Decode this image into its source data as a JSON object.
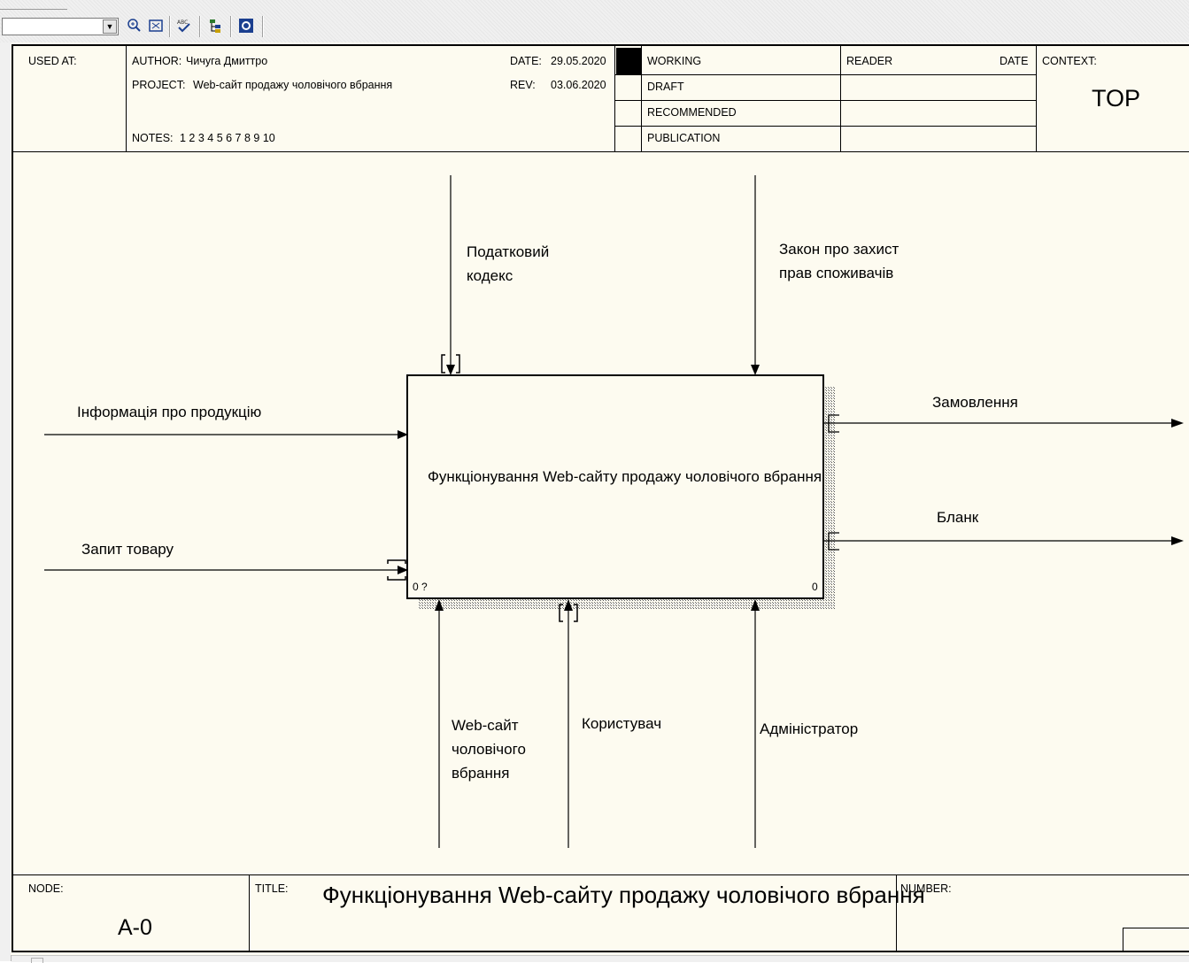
{
  "header": {
    "used_at_label": "USED AT:",
    "author_label": "AUTHOR:",
    "author_value": "Чичуга Дмиттро",
    "project_label": "PROJECT:",
    "project_value": "Web-сайт продажу чоловічого вбрання",
    "notes_label": "NOTES:",
    "notes_value": "1 2 3 4 5 6 7 8 9 10",
    "date_label": "DATE:",
    "date_value": "29.05.2020",
    "rev_label": "REV:",
    "rev_value": "03.06.2020",
    "status": [
      "WORKING",
      "DRAFT",
      "RECOMMENDED",
      "PUBLICATION"
    ],
    "active_status": "WORKING",
    "reader_label": "READER",
    "reader_date_label": "DATE",
    "context_label": "CONTEXT:",
    "context_value": "TOP"
  },
  "diagram": {
    "function_box": {
      "label": "Функціонування Web-сайту продажу чоловічого вбрання",
      "cost_label": "0 ?",
      "node_number": "0"
    },
    "inputs": [
      "Інформація про продукцію",
      "Запит товару"
    ],
    "controls": [
      "Податковий кодекс",
      "Закон про захист прав споживачів"
    ],
    "outputs": [
      "Замовлення",
      "Бланк"
    ],
    "mechanisms": [
      "Web-сайт чоловічого вбрання",
      "Користувач",
      "Адміністратор"
    ],
    "label_lines": {
      "control_tax": [
        "Податковий",
        "кодекс"
      ],
      "control_law": [
        "Закон про захист",
        "прав споживачів"
      ],
      "mechanism_site": [
        "Web-сайт",
        "чоловічого",
        "вбрання"
      ]
    }
  },
  "footer": {
    "node_label": "NODE:",
    "node_value": "A-0",
    "title_label": "TITLE:",
    "title_value": "Функціонування Web-сайту продажу чоловічого вбрання",
    "number_label": "NUMBER:"
  },
  "colors": {
    "canvas": "#fdfbf0",
    "line": "#000000",
    "chrome": "#f0f0f0",
    "active_status": "#000000"
  },
  "toolbar_icons": [
    "dropdown-combo",
    "zoom-icon",
    "fit-page-icon",
    "spell-check-icon",
    "model-tree-icon",
    "model-explorer-icon"
  ]
}
